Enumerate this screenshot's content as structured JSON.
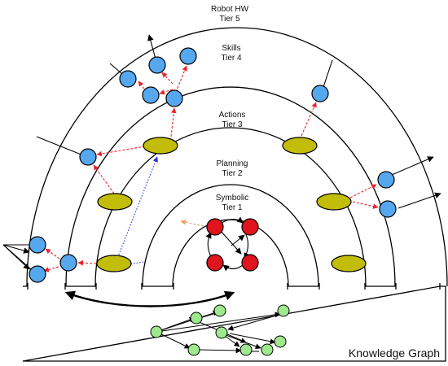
{
  "tiers": [
    {
      "name": "Robot HW",
      "tier": "Tier 5"
    },
    {
      "name": "Skills",
      "tier": "Tier 4"
    },
    {
      "name": "Actions",
      "tier": "Tier 3"
    },
    {
      "name": "Planning",
      "tier": "Tier 2"
    },
    {
      "name": "Symbolic",
      "tier": "Tier 1"
    }
  ],
  "knowledge_graph": {
    "label": "Knowledge Graph"
  },
  "colors": {
    "skill_node": "#56a8ee",
    "action_node": "#c2bd08",
    "symbolic_node": "#e0141c",
    "knowledge_node": "#9ee88e",
    "red_dashed": "#e8242c",
    "blue_dotted": "#2233dd",
    "orange_dashed": "#f29a6a"
  }
}
